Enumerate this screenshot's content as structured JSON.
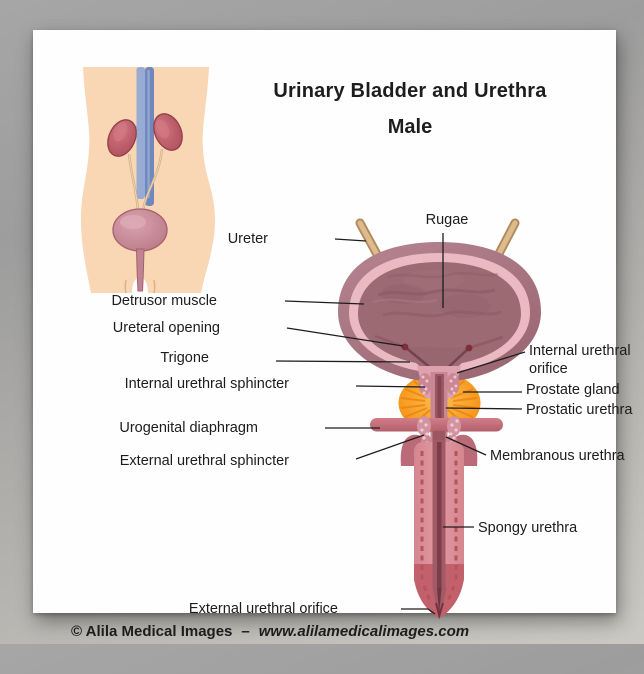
{
  "poster": {
    "title_line1": "Urinary Bladder and Urethra",
    "title_line2": "Male",
    "labels": {
      "rugae": "Rugae",
      "ureter": "Ureter",
      "detrusor_muscle": "Detrusor muscle",
      "ureteral_opening": "Ureteral opening",
      "trigone": "Trigone",
      "internal_urethral_sphincter": "Internal urethral sphincter",
      "urogenital_diaphragm": "Urogenital diaphragm",
      "external_urethral_sphincter": "External urethral sphincter",
      "internal_urethral_orifice": "Internal urethral orifice",
      "prostate_gland": "Prostate gland",
      "prostatic_urethra": "Prostatic urethra",
      "membranous_urethra": "Membranous urethra",
      "spongy_urethra": "Spongy urethra",
      "external_urethral_orifice": "External urethral orifice"
    },
    "credit": {
      "copyright": "© Alila Medical Images",
      "separator": "–",
      "website": "www.alilamedicalimages.com"
    },
    "colors": {
      "bladder_wall": "#a8747f",
      "bladder_lining": "#eab9c2",
      "bladder_interior": "#9b6a73",
      "prostate_orange": "#f68d13",
      "urethra_pink": "#d98f99",
      "urethra_lumen": "#9d5763",
      "diaphragm_bar": "#c8727e",
      "ureter_tan": "#ddbb8e",
      "skin_inset": "#f9d6b4",
      "kidney_red": "#bd5a66",
      "vessel_blue": "#7188bd",
      "background_gray": "#b0aeaa",
      "leader_line": "#1d1d1d"
    }
  }
}
